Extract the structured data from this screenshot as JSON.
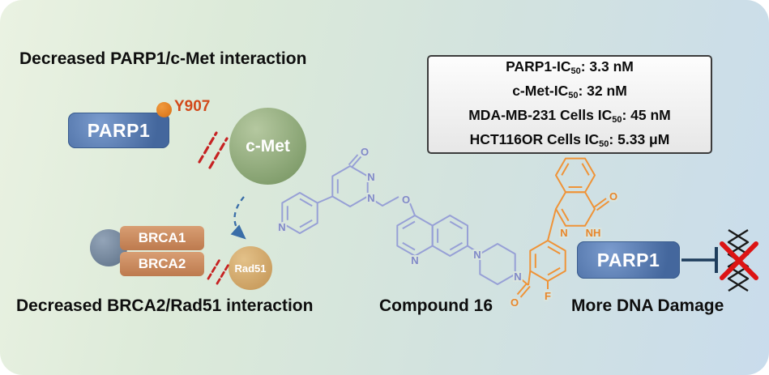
{
  "left": {
    "title": "Decreased PARP1/c-Met interaction",
    "parp1": "PARP1",
    "y907": "Y907",
    "cmet": "c-Met",
    "brca1": "BRCA1",
    "brca2": "BRCA2",
    "rad51": "Rad51",
    "bottom_title": "Decreased BRCA2/Rad51 interaction"
  },
  "compound": {
    "label": "Compound 16",
    "atoms": {
      "n": "N",
      "o": "O",
      "f": "F",
      "nh": "NH"
    }
  },
  "ic50": {
    "lines": [
      {
        "pre": "PARP1-IC",
        "sub": "50",
        "post": ": 3.3 nM"
      },
      {
        "pre": "c-Met-IC",
        "sub": "50",
        "post": ": 32 nM"
      },
      {
        "pre": "MDA-MB-231 Cells IC",
        "sub": "50",
        "post": ": 45 nM"
      },
      {
        "pre": "HCT116OR Cells IC",
        "sub": "50",
        "post": ": 5.33 μM"
      }
    ]
  },
  "right": {
    "parp1": "PARP1",
    "title": "More DNA Damage"
  },
  "colors": {
    "parp1_blue": "#4d74ab",
    "brca_orange": "#c98a5e",
    "cmet_green": "#8fa97a",
    "rad51_tan": "#d2a96f",
    "partner_gray": "#7b8da3",
    "y907_orange": "#d96f12",
    "compound_periwinkle": "#97a0d6",
    "compound_orange": "#ef9337",
    "blocked_red": "#c62222",
    "cross_red": "#dc1414",
    "arrow_blue": "#3a6ea8",
    "inhibit_bar": "#1e3d5c",
    "background_green": "#e3eed9",
    "background_blue": "#c9dcec"
  }
}
